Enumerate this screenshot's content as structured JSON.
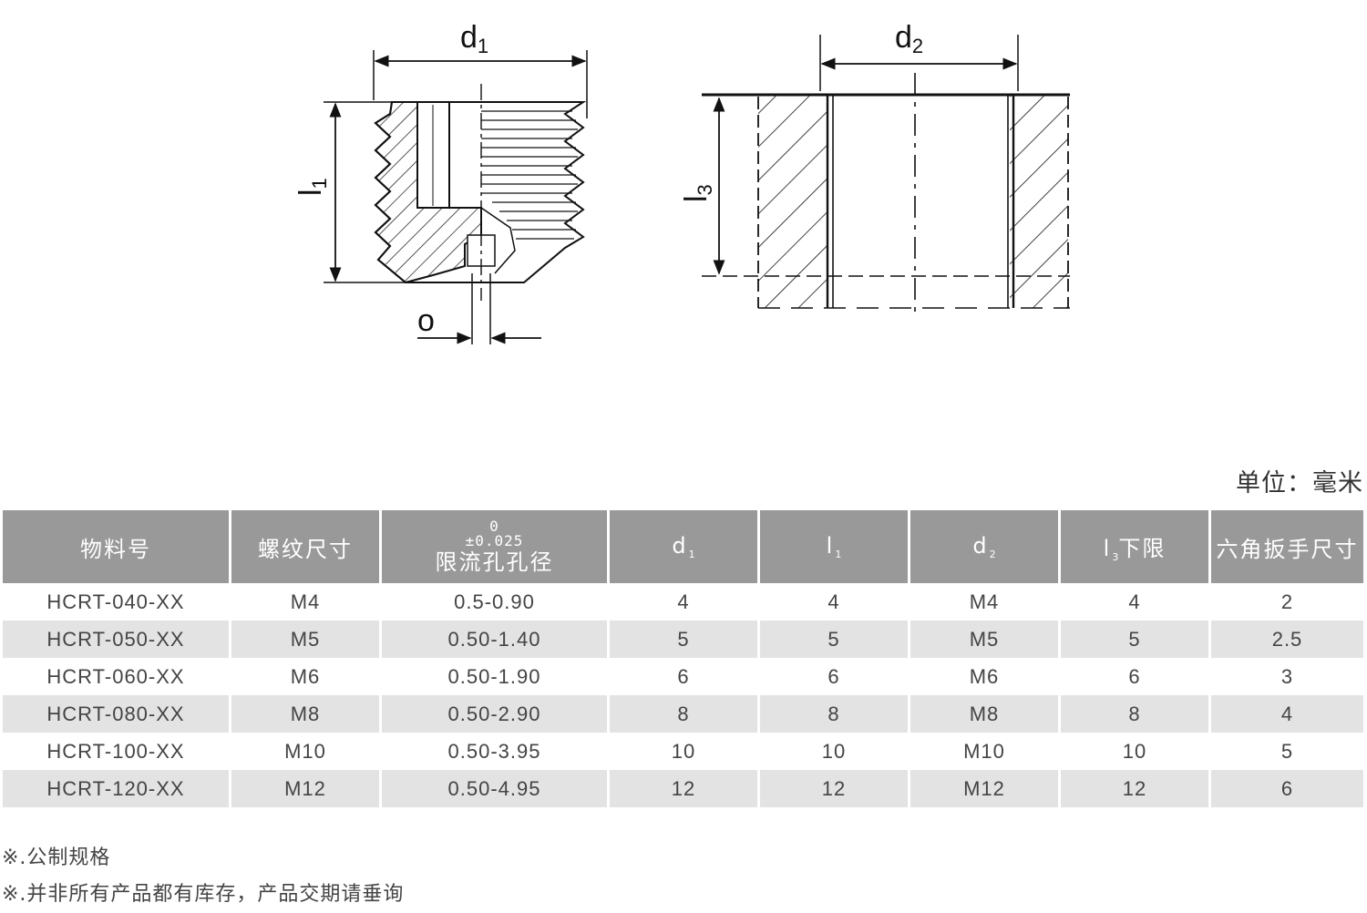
{
  "drawing": {
    "left_labels": {
      "d1": "d",
      "d1_sub": "1",
      "l1": "l",
      "l1_sub": "1",
      "o": "o"
    },
    "right_labels": {
      "d2": "d",
      "d2_sub": "2",
      "l3": "l",
      "l3_sub": "3"
    }
  },
  "unit_label": "单位：毫米",
  "table": {
    "headers": {
      "part_no": "物料号",
      "thread": "螺纹尺寸",
      "tol_upper": "0",
      "tol_lower": "±0.025",
      "orifice": "限流孔孔径",
      "d1": "d",
      "d1_sub": "1",
      "l1": "l",
      "l1_sub": "1",
      "d2": "d",
      "d2_sub": "2",
      "l3": "l",
      "l3_sub": "3",
      "l3_suffix": "下限",
      "hex": "六角扳手尺寸"
    },
    "rows": [
      [
        "HCRT-040-XX",
        "M4",
        "0.5-0.90",
        "4",
        "4",
        "M4",
        "4",
        "2"
      ],
      [
        "HCRT-050-XX",
        "M5",
        "0.50-1.40",
        "5",
        "5",
        "M5",
        "5",
        "2.5"
      ],
      [
        "HCRT-060-XX",
        "M6",
        "0.50-1.90",
        "6",
        "6",
        "M6",
        "6",
        "3"
      ],
      [
        "HCRT-080-XX",
        "M8",
        "0.50-2.90",
        "8",
        "8",
        "M8",
        "8",
        "4"
      ],
      [
        "HCRT-100-XX",
        "M10",
        "0.50-3.95",
        "10",
        "10",
        "M10",
        "10",
        "5"
      ],
      [
        "HCRT-120-XX",
        "M12",
        "0.50-4.95",
        "12",
        "12",
        "M12",
        "12",
        "6"
      ]
    ]
  },
  "notes": [
    "※.公制规格",
    "※.并非所有产品都有库存，产品交期请垂询"
  ]
}
